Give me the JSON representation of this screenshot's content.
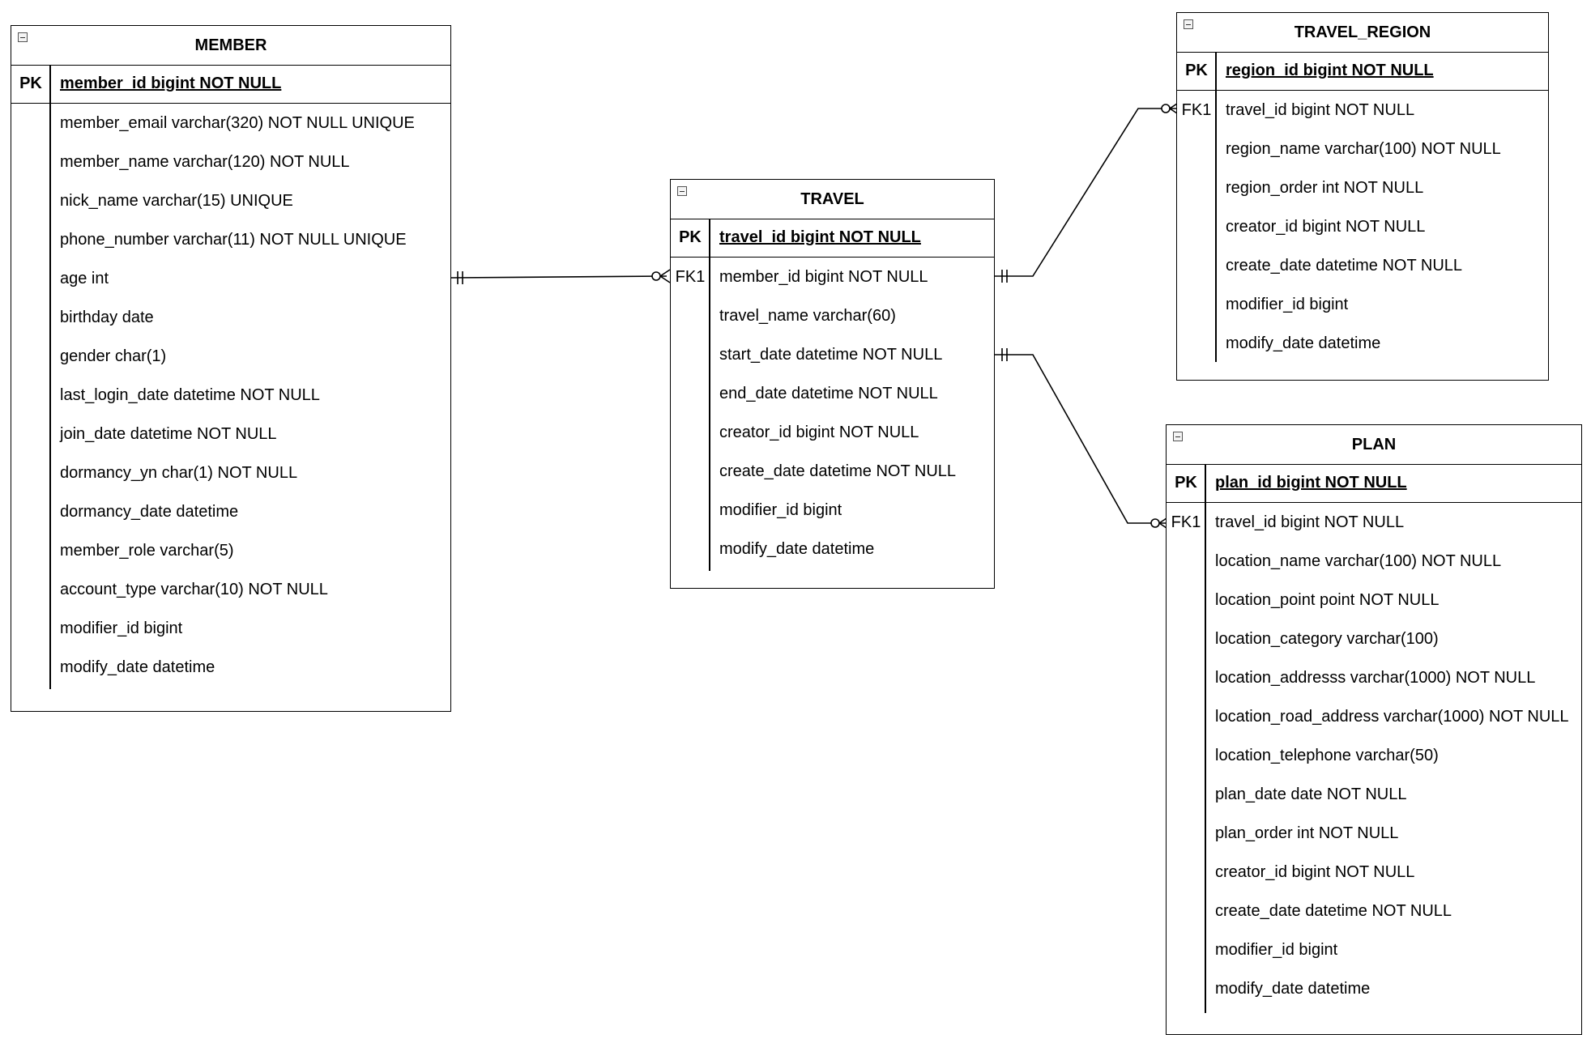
{
  "entities": {
    "member": {
      "name": "MEMBER",
      "pk": {
        "key": "PK",
        "field": "member_id bigint NOT NULL"
      },
      "fields": [
        {
          "key": "",
          "text": "member_email varchar(320) NOT NULL UNIQUE"
        },
        {
          "key": "",
          "text": "member_name varchar(120) NOT NULL"
        },
        {
          "key": "",
          "text": "nick_name varchar(15) UNIQUE"
        },
        {
          "key": "",
          "text": "phone_number varchar(11) NOT NULL UNIQUE"
        },
        {
          "key": "",
          "text": "age int"
        },
        {
          "key": "",
          "text": "birthday date"
        },
        {
          "key": "",
          "text": "gender char(1)"
        },
        {
          "key": "",
          "text": "last_login_date datetime NOT NULL"
        },
        {
          "key": "",
          "text": "join_date datetime NOT NULL"
        },
        {
          "key": "",
          "text": "dormancy_yn char(1) NOT NULL"
        },
        {
          "key": "",
          "text": "dormancy_date datetime"
        },
        {
          "key": "",
          "text": "member_role varchar(5)"
        },
        {
          "key": "",
          "text": "account_type varchar(10) NOT NULL"
        },
        {
          "key": "",
          "text": "modifier_id bigint"
        },
        {
          "key": "",
          "text": "modify_date datetime"
        }
      ]
    },
    "travel": {
      "name": "TRAVEL",
      "pk": {
        "key": "PK",
        "field": "travel_id bigint NOT NULL"
      },
      "fields": [
        {
          "key": "FK1",
          "text": "member_id bigint NOT NULL"
        },
        {
          "key": "",
          "text": "travel_name varchar(60)"
        },
        {
          "key": "",
          "text": "start_date datetime NOT NULL"
        },
        {
          "key": "",
          "text": "end_date datetime NOT NULL"
        },
        {
          "key": "",
          "text": "creator_id bigint NOT NULL"
        },
        {
          "key": "",
          "text": "create_date datetime NOT NULL"
        },
        {
          "key": "",
          "text": "modifier_id bigint"
        },
        {
          "key": "",
          "text": "modify_date datetime"
        }
      ]
    },
    "travel_region": {
      "name": "TRAVEL_REGION",
      "pk": {
        "key": "PK",
        "field": "region_id bigint NOT NULL"
      },
      "fields": [
        {
          "key": "FK1",
          "text": "travel_id bigint NOT NULL"
        },
        {
          "key": "",
          "text": "region_name varchar(100) NOT NULL"
        },
        {
          "key": "",
          "text": "region_order int NOT NULL"
        },
        {
          "key": "",
          "text": "creator_id bigint NOT NULL"
        },
        {
          "key": "",
          "text": "create_date datetime NOT NULL"
        },
        {
          "key": "",
          "text": "modifier_id bigint"
        },
        {
          "key": "",
          "text": "modify_date datetime"
        }
      ]
    },
    "plan": {
      "name": "PLAN",
      "pk": {
        "key": "PK",
        "field": "plan_id bigint NOT NULL"
      },
      "fields": [
        {
          "key": "FK1",
          "text": "travel_id bigint NOT NULL"
        },
        {
          "key": "",
          "text": "location_name varchar(100) NOT NULL"
        },
        {
          "key": "",
          "text": "location_point point NOT NULL"
        },
        {
          "key": "",
          "text": "location_category varchar(100)"
        },
        {
          "key": "",
          "text": "location_addresss varchar(1000) NOT NULL"
        },
        {
          "key": "",
          "text": "location_road_address varchar(1000) NOT NULL"
        },
        {
          "key": "",
          "text": "location_telephone varchar(50)"
        },
        {
          "key": "",
          "text": "plan_date date NOT NULL"
        },
        {
          "key": "",
          "text": "plan_order int NOT NULL"
        },
        {
          "key": "",
          "text": "creator_id bigint NOT NULL"
        },
        {
          "key": "",
          "text": "create_date datetime NOT NULL"
        },
        {
          "key": "",
          "text": "modifier_id bigint"
        },
        {
          "key": "",
          "text": "modify_date datetime"
        }
      ]
    }
  },
  "relationships": [
    {
      "from": "member",
      "to": "travel",
      "from_cardinality": "exactly-one",
      "to_cardinality": "zero-or-many"
    },
    {
      "from": "travel",
      "to": "travel_region",
      "from_cardinality": "exactly-one",
      "to_cardinality": "zero-or-many"
    },
    {
      "from": "travel",
      "to": "plan",
      "from_cardinality": "exactly-one",
      "to_cardinality": "zero-or-many"
    }
  ]
}
